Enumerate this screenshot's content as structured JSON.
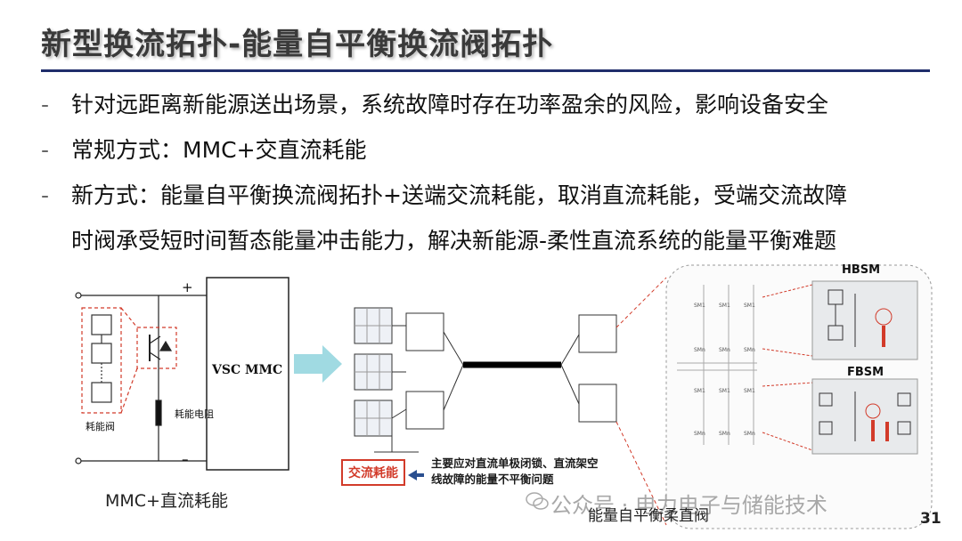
{
  "slide": {
    "title": "新型换流拓扑-能量自平衡换流阀拓扑",
    "bullets": [
      {
        "dash": "-",
        "lines": [
          "针对远距离新能源送出场景，系统故障时存在功率盈余的风险，影响设备安全"
        ]
      },
      {
        "dash": "-",
        "lines": [
          "常规方式：MMC+交直流耗能"
        ]
      },
      {
        "dash": "-",
        "lines": [
          "新方式：能量自平衡换流阀拓扑+送端交流耗能，取消直流耗能，受端交流故障",
          "时阀承受短时间暂态能量冲击能力，解决新能源-柔性直流系统的能量平衡难题"
        ]
      }
    ],
    "page_number": "31"
  },
  "left_diagram": {
    "box_label": "VSC MMC",
    "plus": "+",
    "minus": "–",
    "resistor_label": "耗能电阻",
    "valve_label": "耗能阀",
    "caption": "MMC+直流耗能"
  },
  "right_diagram": {
    "ac_dissipation_label": "交流耗能",
    "note_lines": [
      "主要应对直流单极闭锁、直流架空",
      "线故障的能量不平衡问题"
    ],
    "caption": "能量自平衡柔直阀",
    "hbsm_label": "HBSM",
    "fbsm_label": "FBSM",
    "submodule_rows": [
      [
        "SM1",
        "SM1",
        "SM1"
      ],
      [
        "SMn",
        "SMn",
        "SMn"
      ],
      [
        "SM1",
        "SM1",
        "SM1"
      ],
      [
        "SMn",
        "SMn",
        "SMn"
      ]
    ]
  },
  "watermark": {
    "text": "公众号 · 电力电子与储能技术"
  },
  "colors": {
    "title_rule": "#1f2d6b",
    "accent_red": "#d23b2a",
    "arrow_cyan": "#8fd3dd",
    "note_arrow": "#2a4f8f"
  }
}
